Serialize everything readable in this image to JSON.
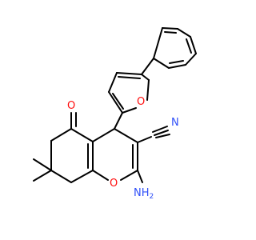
{
  "colors": {
    "bond": "#000000",
    "carbon": "#000000",
    "oxygen": "#ff0d0d",
    "nitrogen": "#3050f8"
  },
  "labels": {
    "carbonyl_oxygen": "O",
    "furan_oxygen": "O",
    "pyran_oxygen": "O",
    "nitrile_nitrogen": "N",
    "amino_nh": "NH",
    "amino_subscript": "2"
  }
}
